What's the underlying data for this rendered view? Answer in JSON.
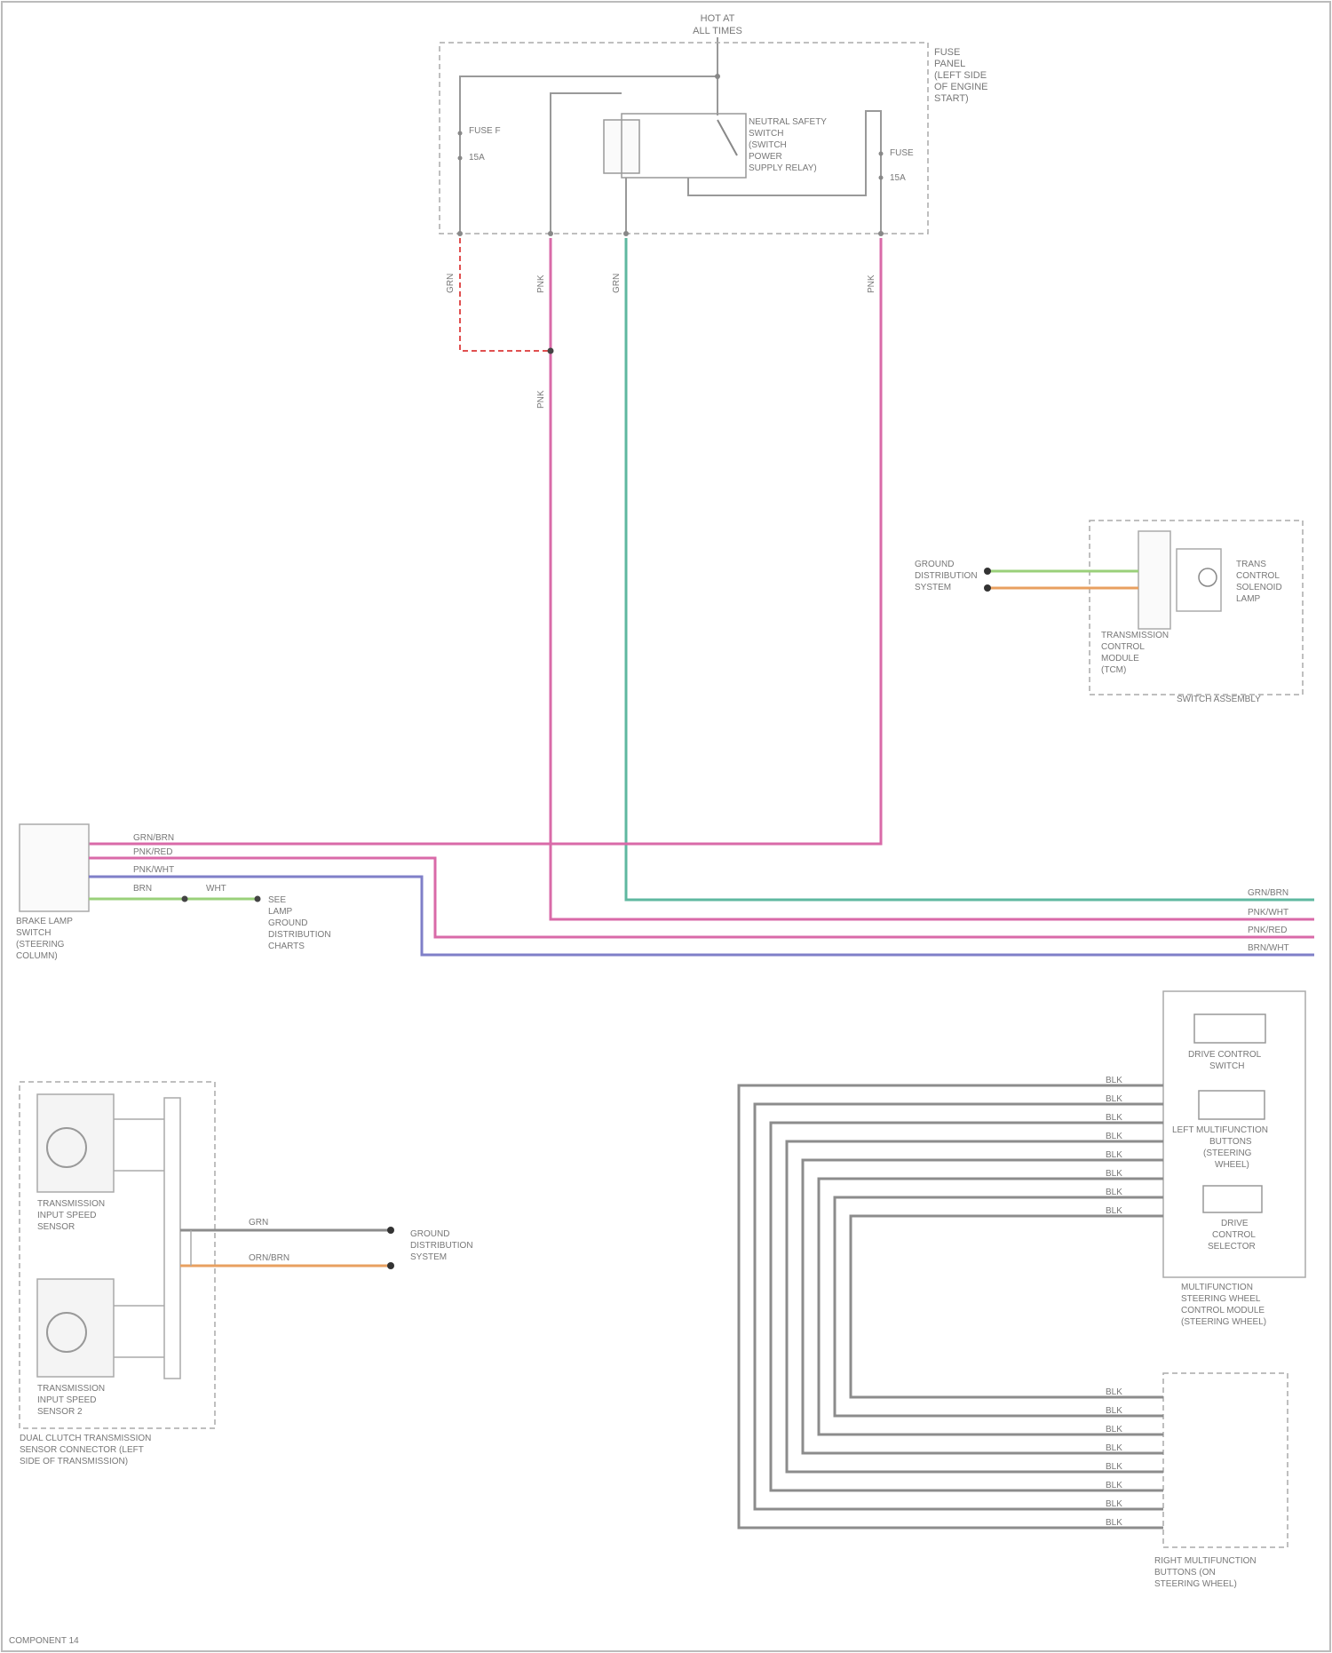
{
  "colors": {
    "pink": "#d96aa8",
    "teal": "#5fb8a0",
    "purple": "#7f7fc8",
    "red_dashed": "#e05050",
    "gray_wire": "#8c8c8c",
    "orange": "#e8a060",
    "green": "#9ad07a",
    "box": "#aaaaaa",
    "text": "#777777"
  },
  "labels": {
    "footer": "COMPONENT 14",
    "top_feed": [
      "HOT AT",
      "ALL TIMES"
    ],
    "fuse_panel": [
      "FUSE",
      "PANEL",
      "(LEFT SIDE",
      "OF ENGINE",
      "START)"
    ],
    "relay": [
      "NEUTRAL SAFETY",
      "SWITCH",
      "(SWITCH",
      "POWER",
      "SUPPLY RELAY)"
    ],
    "fuse_left": [
      "FUSE F",
      "15A"
    ],
    "fuse_right": [
      "FUSE",
      "15A"
    ],
    "wire_tags": [
      "GRN",
      "PNK",
      "GRN",
      "PNK",
      "PNK"
    ],
    "brake_switch": [
      "BRAKE LAMP",
      "SWITCH",
      "(STEERING",
      "COLUMN)"
    ],
    "brake_note": [
      "SEE",
      "LAMP",
      "GROUND",
      "DISTRIBUTION",
      "CHARTS"
    ],
    "brake_pins": [
      "GRN/BRN",
      "PNK/RED",
      "PNK/WHT",
      "BRN",
      "WHT"
    ],
    "right_pins": [
      "GRN/BRN",
      "PNK/WHT",
      "PNK/RED",
      "BRN/WHT"
    ],
    "ground_top": [
      "GROUND",
      "DISTRIBUTION",
      "SYSTEM"
    ],
    "ground_mid": [
      "GROUND",
      "DISTRIBUTION",
      "SYSTEM"
    ],
    "mid_wires": [
      "GRN",
      "ORN/BRN"
    ],
    "sensor_right": [
      "TRANS",
      "CONTROL",
      "SOLENOID",
      "LAMP"
    ],
    "sensor_module": [
      "TRANSMISSION",
      "CONTROL",
      "MODULE",
      "(TCM)"
    ],
    "sensor_box_caption": "SWITCH ASSEMBLY",
    "trans_sensor_1": [
      "TRANSMISSION",
      "INPUT SPEED",
      "SENSOR"
    ],
    "trans_sensor_2": [
      "TRANSMISSION",
      "INPUT SPEED",
      "SENSOR 2"
    ],
    "trans_caption": [
      "DUAL CLUTCH TRANSMISSION",
      "SENSOR CONNECTOR (LEFT",
      "SIDE OF TRANSMISSION)"
    ],
    "ctrl_top_items": [
      "DRIVE CONTROL",
      "SWITCH",
      "LEFT MULTIFUNCTION",
      "BUTTONS",
      "(STEERING",
      "WHEEL)",
      "DRIVE",
      "CONTROL",
      "SELECTOR"
    ],
    "ctrl_top_caption": [
      "MULTIFUNCTION",
      "STEERING WHEEL",
      "CONTROL MODULE",
      "(STEERING WHEEL)"
    ],
    "ctrl_bottom_caption": [
      "RIGHT MULTIFUNCTION",
      "BUTTONS (ON",
      "STEERING WHEEL)"
    ],
    "bus_pin_labels": [
      "BLK",
      "BLK",
      "BLK",
      "BLK",
      "BLK",
      "BLK",
      "BLK",
      "BLK"
    ]
  }
}
